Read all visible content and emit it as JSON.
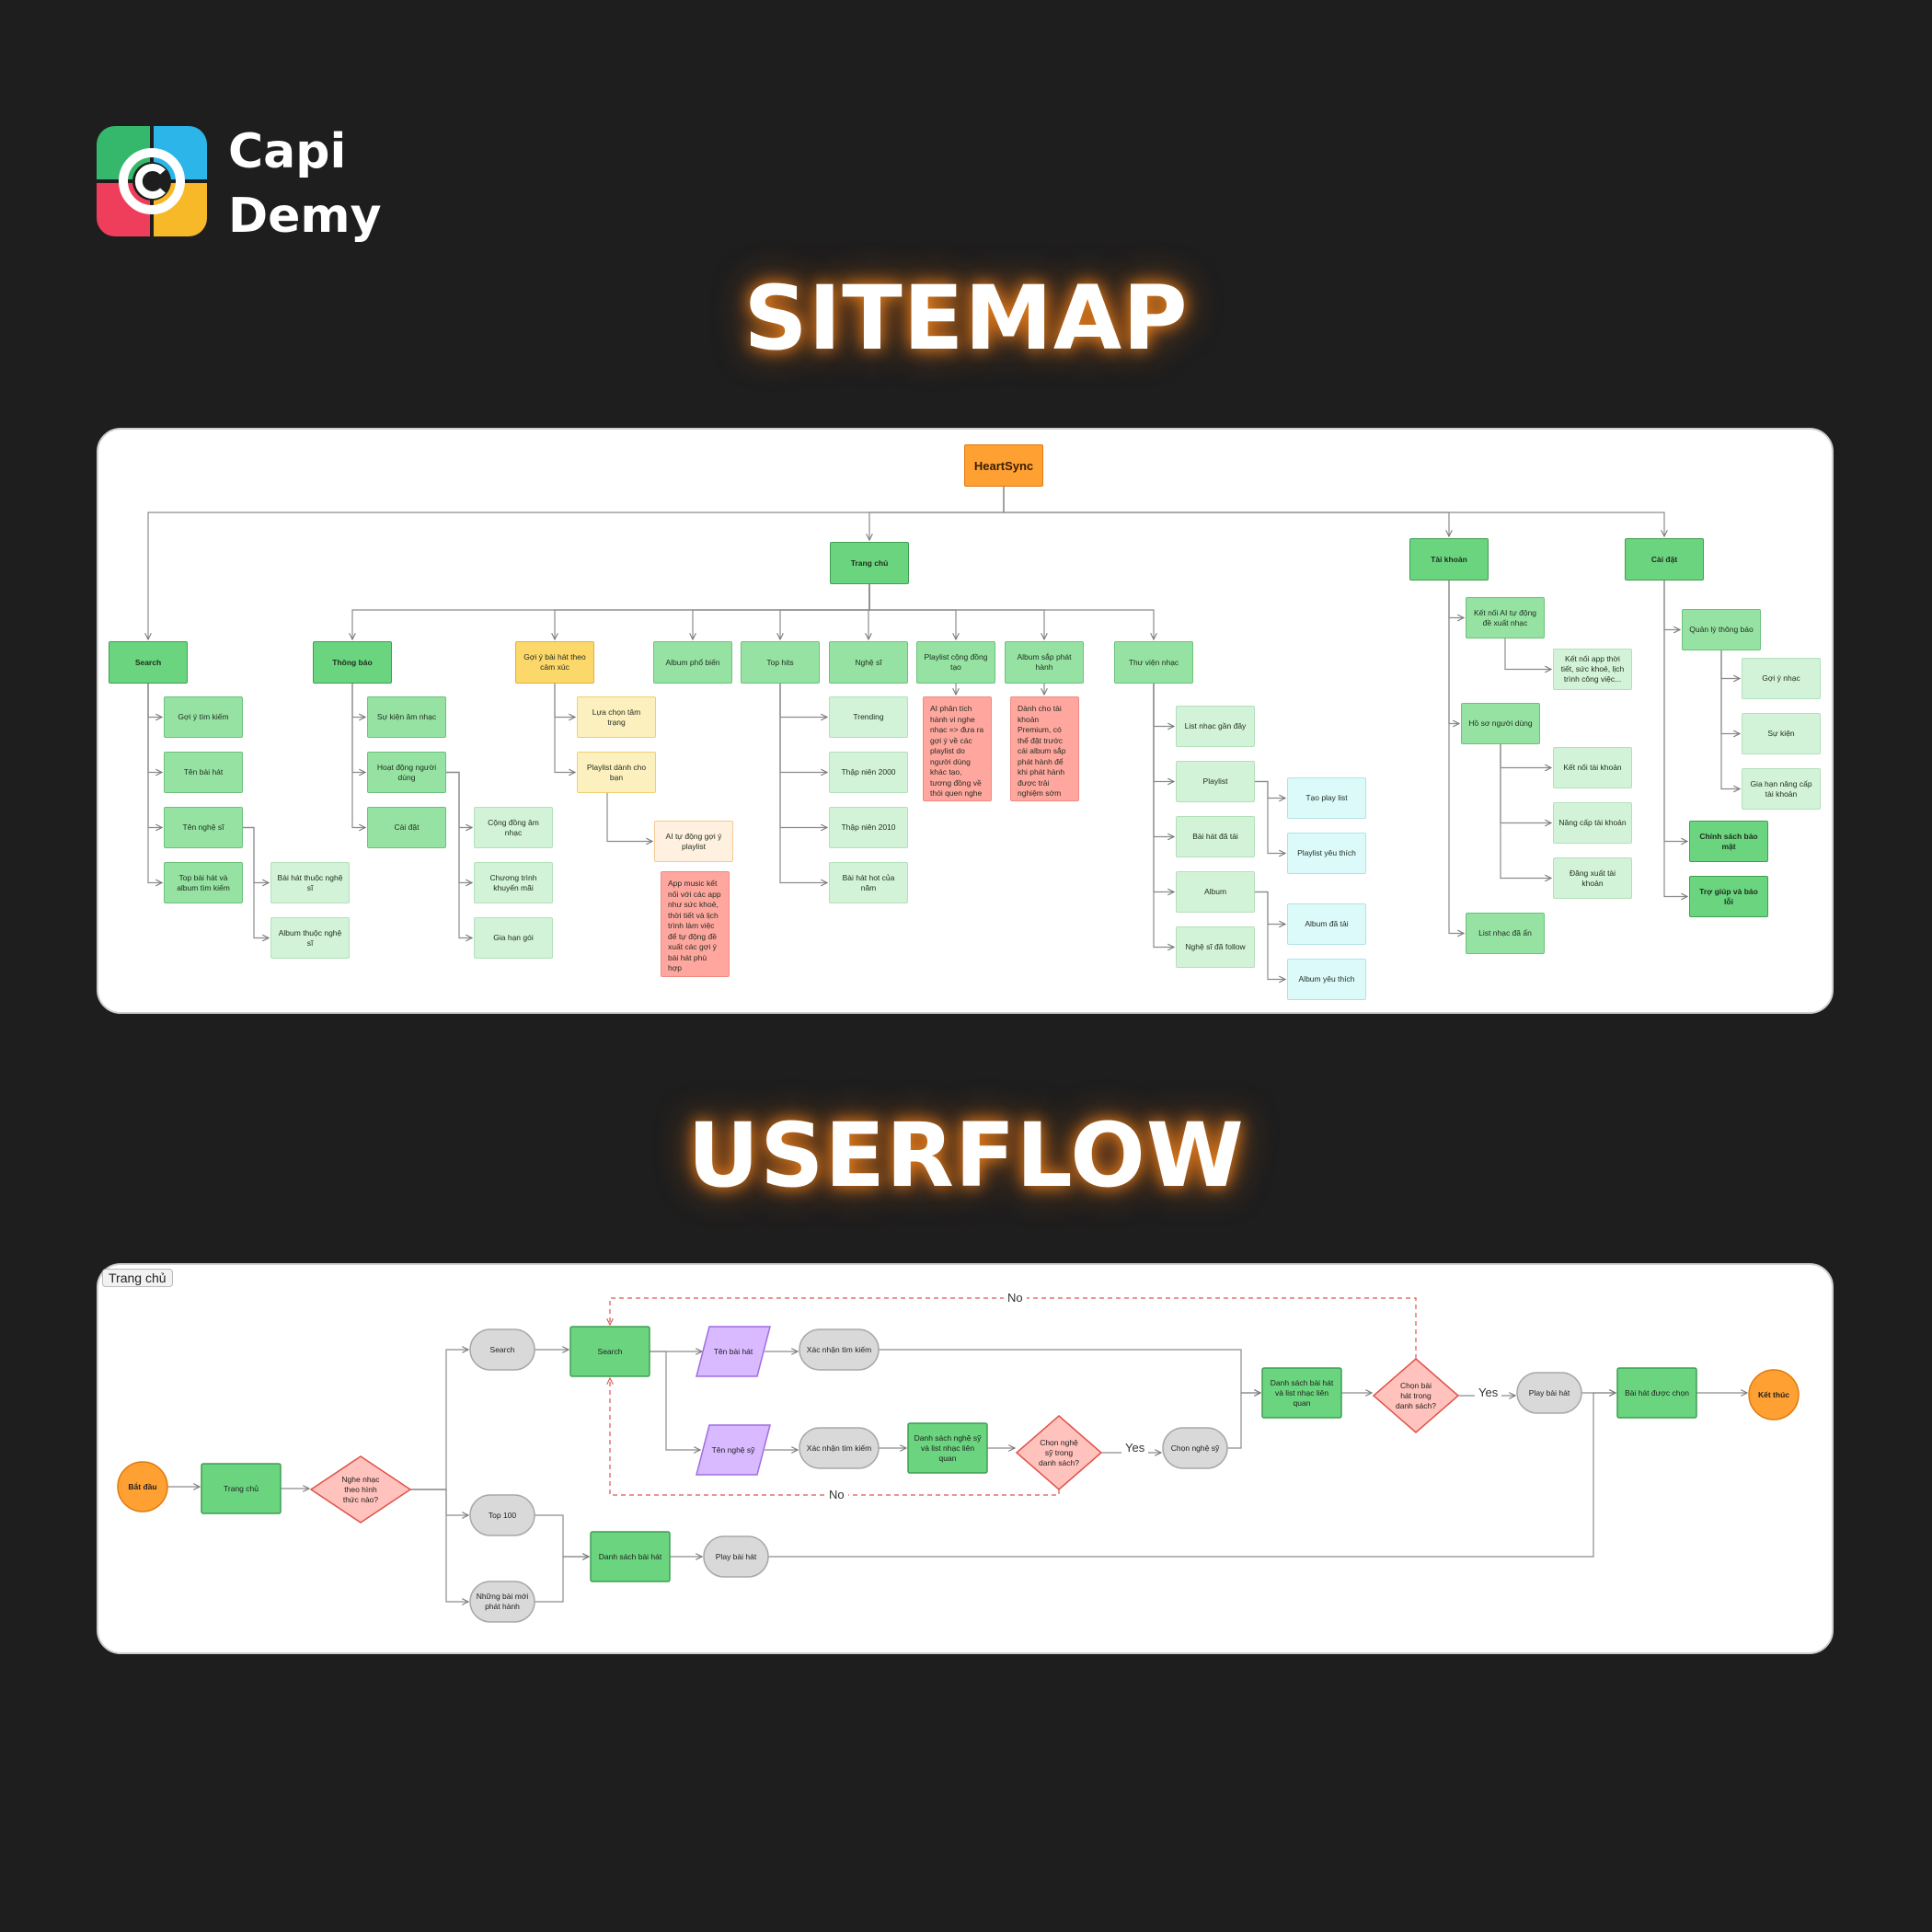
{
  "brand": {
    "line1": "Capi",
    "line2": "Demy",
    "colors": [
      "#35b86b",
      "#2bb5e8",
      "#ef3e5b",
      "#f7b928"
    ]
  },
  "headings": {
    "sitemap": "SITEMAP",
    "userflow": "USERFLOW"
  },
  "palette": {
    "dark": "#6bd47f",
    "mid": "#96e2a2",
    "light": "#d3f3d8",
    "cyan": "#ddfafb",
    "yellow": "#fcd76a",
    "yellowLight": "#fdf0bf",
    "peach": "#fff0df",
    "note": "#ffa79f",
    "orange": "#ffa033",
    "grey": "#d9d9d9",
    "purple": "#d9b9ff",
    "decision": "#ffc2bc",
    "line": "#8c8c8c",
    "noLine": "#d9534f"
  },
  "sitemap": {
    "nodes": [
      {
        "id": "root",
        "label": "HeartSync",
        "style": "orange"
      },
      {
        "id": "search",
        "label": "Search",
        "style": "dark"
      },
      {
        "id": "trangchu",
        "label": "Trang chủ",
        "style": "dark"
      },
      {
        "id": "taikhoan",
        "label": "Tài khoản",
        "style": "dark"
      },
      {
        "id": "caidat",
        "label": "Cài đặt",
        "style": "dark"
      },
      {
        "id": "s1",
        "label": "Gợi ý tìm kiếm",
        "style": "mid"
      },
      {
        "id": "s2",
        "label": "Tên bài hát",
        "style": "mid"
      },
      {
        "id": "s3",
        "label": "Tên nghệ sĩ",
        "style": "mid"
      },
      {
        "id": "s4",
        "label": "Top bài hát và album tìm kiếm",
        "style": "mid"
      },
      {
        "id": "s3a",
        "label": "Bài hát thuộc nghệ sĩ",
        "style": "light"
      },
      {
        "id": "s3b",
        "label": "Album thuộc nghệ sĩ",
        "style": "light"
      },
      {
        "id": "thongbao",
        "label": "Thông báo",
        "style": "dark"
      },
      {
        "id": "tb1",
        "label": "Sự kiện âm nhạc",
        "style": "mid"
      },
      {
        "id": "tb2",
        "label": "Hoạt động người dùng",
        "style": "mid"
      },
      {
        "id": "tb3",
        "label": "Cài đặt",
        "style": "mid"
      },
      {
        "id": "tb2a",
        "label": "Cộng đồng âm nhạc",
        "style": "light"
      },
      {
        "id": "tb2b",
        "label": "Chương trình khuyến mãi",
        "style": "light"
      },
      {
        "id": "tb2c",
        "label": "Gia hạn gói",
        "style": "light"
      },
      {
        "id": "goiy",
        "label": "Gợi ý bài hát theo cảm xúc",
        "style": "yellow"
      },
      {
        "id": "gy1",
        "label": "Lựa chọn tâm trạng",
        "style": "yellowLight"
      },
      {
        "id": "gy2",
        "label": "Playlist dành cho bạn",
        "style": "yellowLight"
      },
      {
        "id": "gy2a",
        "label": "AI tự động gợi ý playlist",
        "style": "peach"
      },
      {
        "id": "gy2note",
        "label": "App music kết nối với các app như sức khoẻ, thời tiết và lịch trình làm việc để tự động đề xuất các gợi ý bài hát phù hợp",
        "style": "note"
      },
      {
        "id": "albumpb",
        "label": "Album phổ biến",
        "style": "mid"
      },
      {
        "id": "tophits",
        "label": "Top hits",
        "style": "mid"
      },
      {
        "id": "th1",
        "label": "Trending",
        "style": "light"
      },
      {
        "id": "th2",
        "label": "Thập niên 2000",
        "style": "light"
      },
      {
        "id": "th3",
        "label": "Thập niên 2010",
        "style": "light"
      },
      {
        "id": "th4",
        "label": "Bài hát hot của năm",
        "style": "light"
      },
      {
        "id": "nghesi",
        "label": "Nghệ sĩ",
        "style": "mid"
      },
      {
        "id": "plcd",
        "label": "Playlist cộng đồng tạo",
        "style": "mid"
      },
      {
        "id": "plcdnote",
        "label": "AI phân tích hành vi nghe nhạc => đưa ra gợi ý về các playlist do người dùng khác tạo, tương đồng về thói quen nghe nhạc",
        "style": "note"
      },
      {
        "id": "albumsap",
        "label": "Album sắp phát hành",
        "style": "mid"
      },
      {
        "id": "albumsapnote",
        "label": "Dành cho tài khoản Premium, có thể đặt trước cái album sắp phát hành để khi phát hành được trải nghiệm sớm hơn",
        "style": "note"
      },
      {
        "id": "thuvien",
        "label": "Thư viện nhạc",
        "style": "mid"
      },
      {
        "id": "tv1",
        "label": "List nhạc gần đây",
        "style": "light"
      },
      {
        "id": "tv2",
        "label": "Playlist",
        "style": "light"
      },
      {
        "id": "tv3",
        "label": "Bài hát đã tải",
        "style": "light"
      },
      {
        "id": "tv4",
        "label": "Album",
        "style": "light"
      },
      {
        "id": "tv5",
        "label": "Nghệ sĩ đã follow",
        "style": "light"
      },
      {
        "id": "tv2a",
        "label": "Tạo play list",
        "style": "cyan"
      },
      {
        "id": "tv2b",
        "label": "Playlist yêu thích",
        "style": "cyan"
      },
      {
        "id": "tv4a",
        "label": "Album đã tải",
        "style": "cyan"
      },
      {
        "id": "tv4b",
        "label": "Album yêu thích",
        "style": "cyan"
      },
      {
        "id": "tk1",
        "label": "Kết nối AI tự động đề xuất nhạc",
        "style": "mid"
      },
      {
        "id": "tk1a",
        "label": "Kết nối app thời tiết, sức khoẻ, lịch trình công việc...",
        "style": "light"
      },
      {
        "id": "tk2",
        "label": "Hồ sơ người dùng",
        "style": "mid"
      },
      {
        "id": "tk2a",
        "label": "Kết nối tài khoản",
        "style": "light"
      },
      {
        "id": "tk2b",
        "label": "Nâng cấp tài khoản",
        "style": "light"
      },
      {
        "id": "tk2c",
        "label": "Đăng xuất tài khoản",
        "style": "light"
      },
      {
        "id": "tk3",
        "label": "List nhạc đã ẩn",
        "style": "mid"
      },
      {
        "id": "cd1",
        "label": "Quản lý thông báo",
        "style": "mid"
      },
      {
        "id": "cd1a",
        "label": "Gợi ý nhạc",
        "style": "light"
      },
      {
        "id": "cd1b",
        "label": "Sự kiện",
        "style": "light"
      },
      {
        "id": "cd1c",
        "label": "Gia hạn nâng cấp tài khoản",
        "style": "light"
      },
      {
        "id": "cd2",
        "label": "Chính sách bảo mật",
        "style": "dark"
      },
      {
        "id": "cd3",
        "label": "Trợ giúp và báo lỗi",
        "style": "dark"
      }
    ]
  },
  "userflow": {
    "frame_label": "Trang chủ",
    "nodes": [
      {
        "id": "start",
        "label": "Bắt đầu",
        "shape": "circle",
        "style": "orange"
      },
      {
        "id": "home",
        "label": "Trang chủ",
        "shape": "rect",
        "style": "dark"
      },
      {
        "id": "d1",
        "label": "Nghe nhạc theo hình thức nào?",
        "shape": "diamond",
        "style": "decision"
      },
      {
        "id": "searchPill",
        "label": "Search",
        "shape": "pill",
        "style": "grey"
      },
      {
        "id": "searchRect",
        "label": "Search",
        "shape": "rect",
        "style": "dark"
      },
      {
        "id": "tenbaihat",
        "label": "Tên bài hát",
        "shape": "para",
        "style": "purple"
      },
      {
        "id": "xn1",
        "label": "Xác nhận tìm kiếm",
        "shape": "pill",
        "style": "grey"
      },
      {
        "id": "tennghesy",
        "label": "Tên nghệ sỹ",
        "shape": "para",
        "style": "purple"
      },
      {
        "id": "xn2",
        "label": "Xác nhận tìm kiếm",
        "shape": "pill",
        "style": "grey"
      },
      {
        "id": "dsns",
        "label": "Danh sách nghệ sỹ và list nhạc liên quan",
        "shape": "rect",
        "style": "dark"
      },
      {
        "id": "d2",
        "label": "Chọn nghệ sỹ trong danh sách?",
        "shape": "diamond",
        "style": "decision"
      },
      {
        "id": "chonns",
        "label": "Chọn nghệ sỹ",
        "shape": "pill",
        "style": "grey"
      },
      {
        "id": "dsbh",
        "label": "Danh sách bài hát và list nhạc liên quan",
        "shape": "rect",
        "style": "dark"
      },
      {
        "id": "d3",
        "label": "Chọn bài hát trong danh sách?",
        "shape": "diamond",
        "style": "decision"
      },
      {
        "id": "play1",
        "label": "Play bài hát",
        "shape": "pill",
        "style": "grey"
      },
      {
        "id": "bhdc",
        "label": "Bài hát được chọn",
        "shape": "rect",
        "style": "dark"
      },
      {
        "id": "end",
        "label": "Kết thúc",
        "shape": "circle",
        "style": "orange"
      },
      {
        "id": "top100",
        "label": "Top 100",
        "shape": "pill",
        "style": "grey"
      },
      {
        "id": "moi",
        "label": "Những bài mới phát hành",
        "shape": "pill",
        "style": "grey"
      },
      {
        "id": "dsbh2",
        "label": "Danh sách bài hát",
        "shape": "rect",
        "style": "dark"
      },
      {
        "id": "play2",
        "label": "Play bài hát",
        "shape": "pill",
        "style": "grey"
      }
    ],
    "edge_labels": {
      "no": "No",
      "yes": "Yes"
    }
  }
}
